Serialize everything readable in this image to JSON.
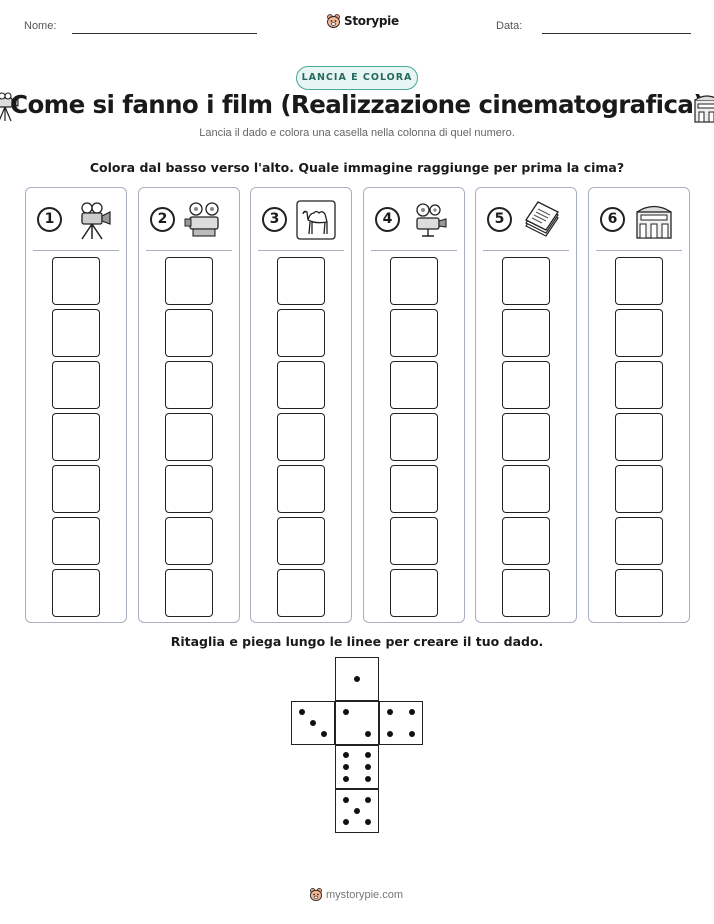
{
  "header": {
    "name_label": "Nome:",
    "date_label": "Data:",
    "brand": "Storypie"
  },
  "badge": "LANCIA E COLORA",
  "title": "Come si fanno i film (Realizzazione cinematografica)",
  "subtitle": "Lancia il dado e colora una casella nella colonna di quel numero.",
  "instruction": "Colora dal basso verso l'alto. Quale immagine raggiunge per prima la cima?",
  "columns": [
    {
      "number": "1",
      "icon": "camera-tripod-icon"
    },
    {
      "number": "2",
      "icon": "film-projector-icon"
    },
    {
      "number": "3",
      "icon": "camel-icon"
    },
    {
      "number": "4",
      "icon": "film-projector-icon"
    },
    {
      "number": "5",
      "icon": "script-pages-icon"
    },
    {
      "number": "6",
      "icon": "cinema-building-icon"
    }
  ],
  "cells_per_column": 7,
  "dice_instruction": "Ritaglia e piega lungo le linee per creare il tuo dado.",
  "dice_faces": [
    {
      "face": "top",
      "pips": 1
    },
    {
      "face": "left",
      "pips": 3
    },
    {
      "face": "center",
      "pips": 2
    },
    {
      "face": "right",
      "pips": 4
    },
    {
      "face": "lower",
      "pips": 6
    },
    {
      "face": "bottom",
      "pips": 5
    }
  ],
  "footer": "mystorypie.com"
}
